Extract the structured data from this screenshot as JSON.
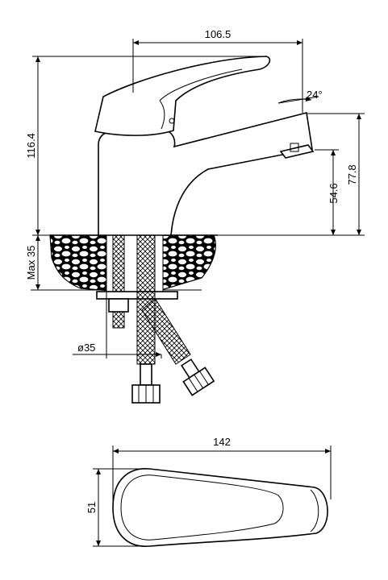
{
  "dimensions": {
    "spout_reach": "106.5",
    "total_height": "116.4",
    "handle_angle": "24°",
    "outlet_height": "54.6",
    "spout_height": "77.8",
    "max_thickness": "Max 35",
    "hole_diameter": "ø35",
    "handle_length": "142",
    "handle_width": "51"
  },
  "colors": {
    "line": "#000000",
    "background": "#ffffff"
  }
}
